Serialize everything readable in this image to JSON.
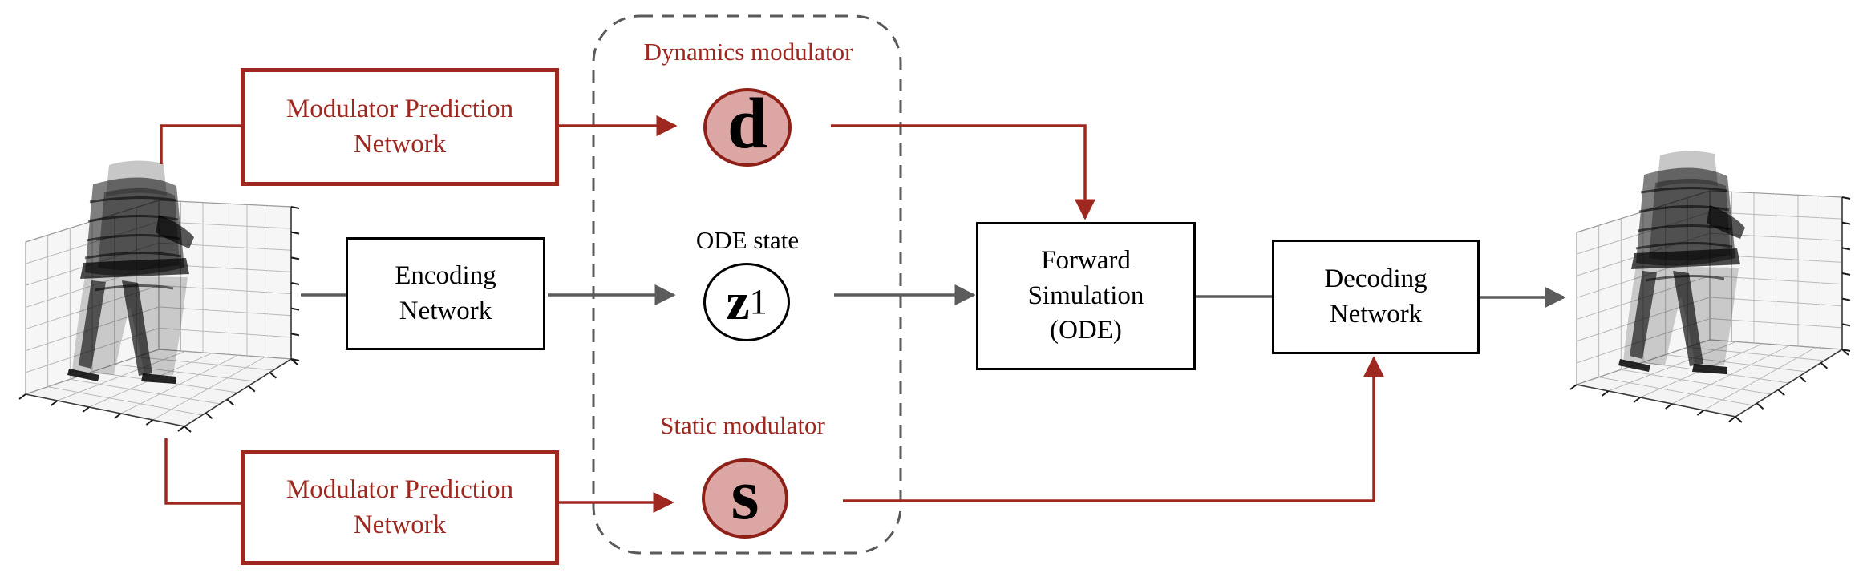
{
  "figure": {
    "nodes": {
      "modulator_prediction_top": {
        "lines": [
          "Modulator Prediction",
          "Network"
        ]
      },
      "encoding": {
        "lines": [
          "Encoding",
          "Network"
        ]
      },
      "forward_simulation": {
        "lines": [
          "Forward",
          "Simulation",
          "(ODE)"
        ]
      },
      "decoding": {
        "lines": [
          "Decoding",
          "Network"
        ]
      },
      "modulator_prediction_bottom": {
        "lines": [
          "Modulator Prediction",
          "Network"
        ]
      }
    },
    "modulators": {
      "dynamics": {
        "label": "Dynamics modulator",
        "symbol": "d"
      },
      "ode_state": {
        "label": "ODE state",
        "symbol": "z",
        "subscript": "1"
      },
      "static": {
        "label": "Static modulator",
        "symbol": "s"
      }
    },
    "colors": {
      "accent_red": "#9e2820",
      "modulator_circle_fill": "#dba6a3",
      "modulator_circle_border": "#8e2017",
      "arrow_gray": "#5c5c5c",
      "dashed_border_gray": "#5a5a5a",
      "box_border_black": "#000000"
    }
  }
}
